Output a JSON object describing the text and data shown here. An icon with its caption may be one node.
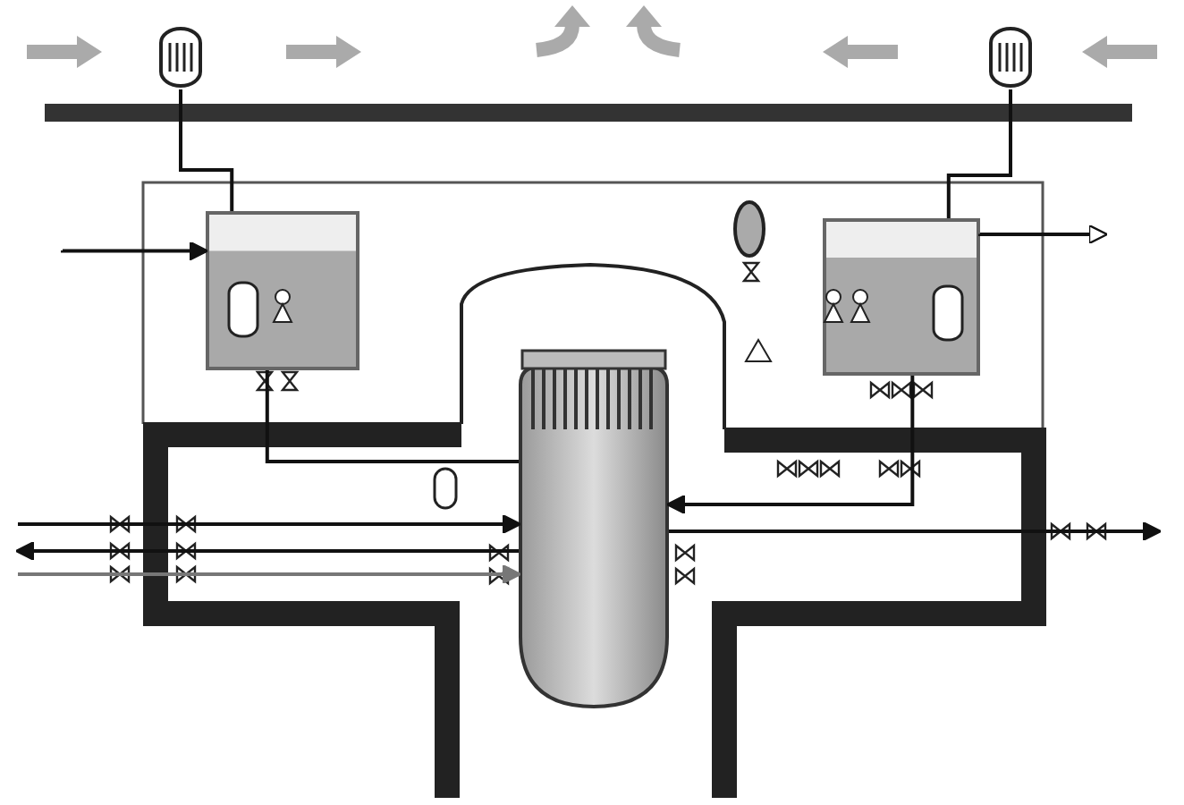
{
  "diagram": {
    "nodes": [
      {
        "text": [],
        "shape": "cylinder"
      },
      {
        "text": [],
        "shape": "cylinder"
      },
      {
        "text": [],
        "shape": "box"
      },
      {
        "text": [],
        "shape": "box",
        "in": 2
      },
      {
        "text": [],
        "shape": "circle",
        "in": 2
      },
      {
        "text": [],
        "shape": "box",
        "in": 2
      },
      {
        "text": [],
        "shape": "cylinder",
        "in": 2
      }
    ],
    "edges": [
      {
        "from": 0,
        "to": 3,
        "arrow": "none"
      },
      {
        "from": 1,
        "to": 5,
        "arrow": "none"
      },
      {
        "from": null,
        "to": 3,
        "arrow": "to"
      },
      {
        "from": 5,
        "to": null,
        "arrow": "to"
      },
      {
        "from": 3,
        "to": 6,
        "arrow": "none"
      },
      {
        "from": 5,
        "to": 6,
        "arrow": "to"
      },
      {
        "from": null,
        "to": 6,
        "arrow": "to"
      },
      {
        "from": 6,
        "to": null,
        "arrow": "to"
      },
      {
        "from": null,
        "to": 6,
        "arrow": "to",
        "color": "#777777"
      },
      {
        "from": 6,
        "to": null,
        "arrow": "to"
      }
    ]
  }
}
